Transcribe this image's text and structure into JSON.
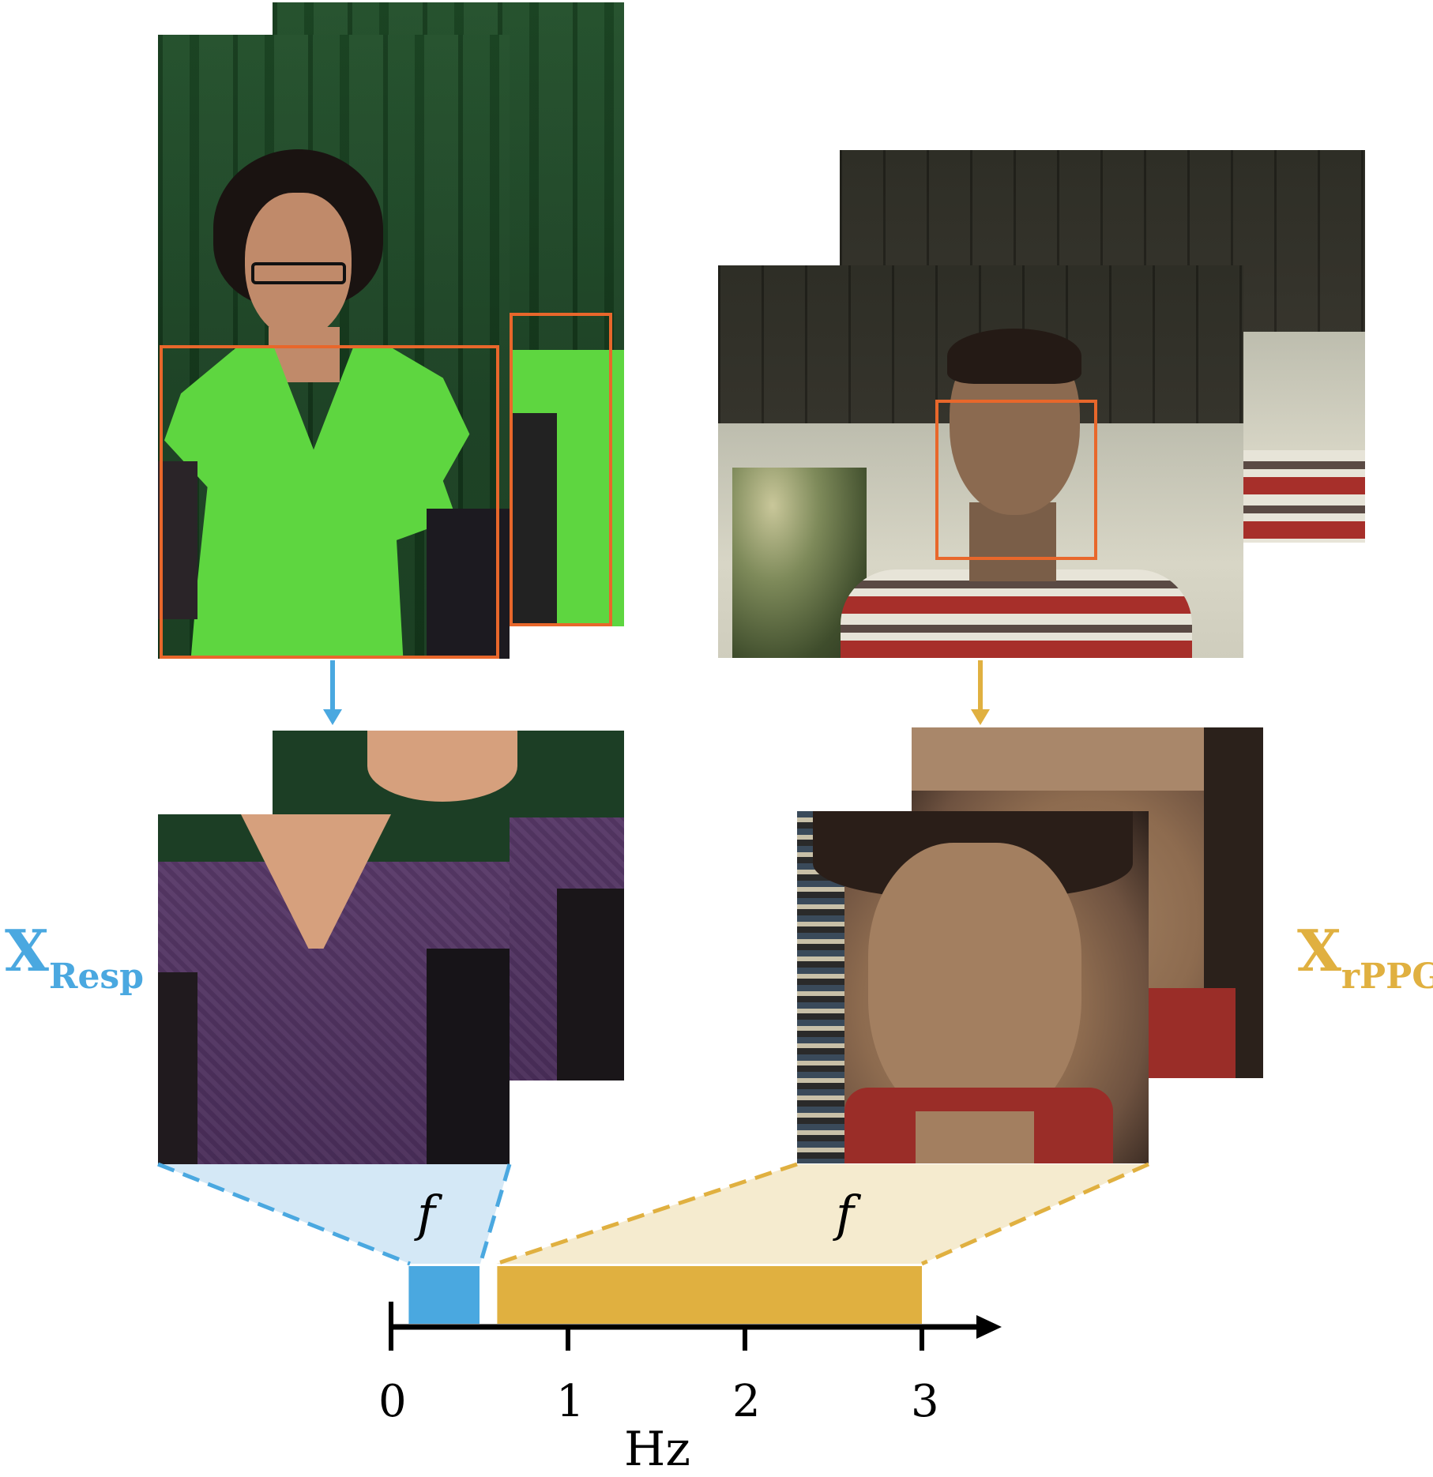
{
  "labels": {
    "resp_main": "X",
    "resp_sub": "Resp",
    "rppg_main": "X",
    "rppg_sub": "rPPG",
    "f_left": "f",
    "f_right": "f"
  },
  "axis": {
    "ticks": [
      "0",
      "1",
      "2",
      "3"
    ],
    "unit": "Hz"
  },
  "chart_data": {
    "type": "bar",
    "xlabel": "Hz",
    "xlim": [
      0,
      3.3
    ],
    "series": [
      {
        "name": "Resp",
        "range": [
          0.1,
          0.5
        ],
        "color": "#4aa8e0"
      },
      {
        "name": "rPPG",
        "range": [
          0.6,
          3.0
        ],
        "color": "#e0b040"
      }
    ]
  },
  "colors": {
    "resp": "#4aa8e0",
    "rppg": "#e0b040",
    "roi": "#e8672b",
    "resp_fill": "#d4e8f6",
    "rppg_fill": "#f5ebcf"
  },
  "icons": [
    "down-arrow-icon",
    "axis-arrow-icon"
  ]
}
